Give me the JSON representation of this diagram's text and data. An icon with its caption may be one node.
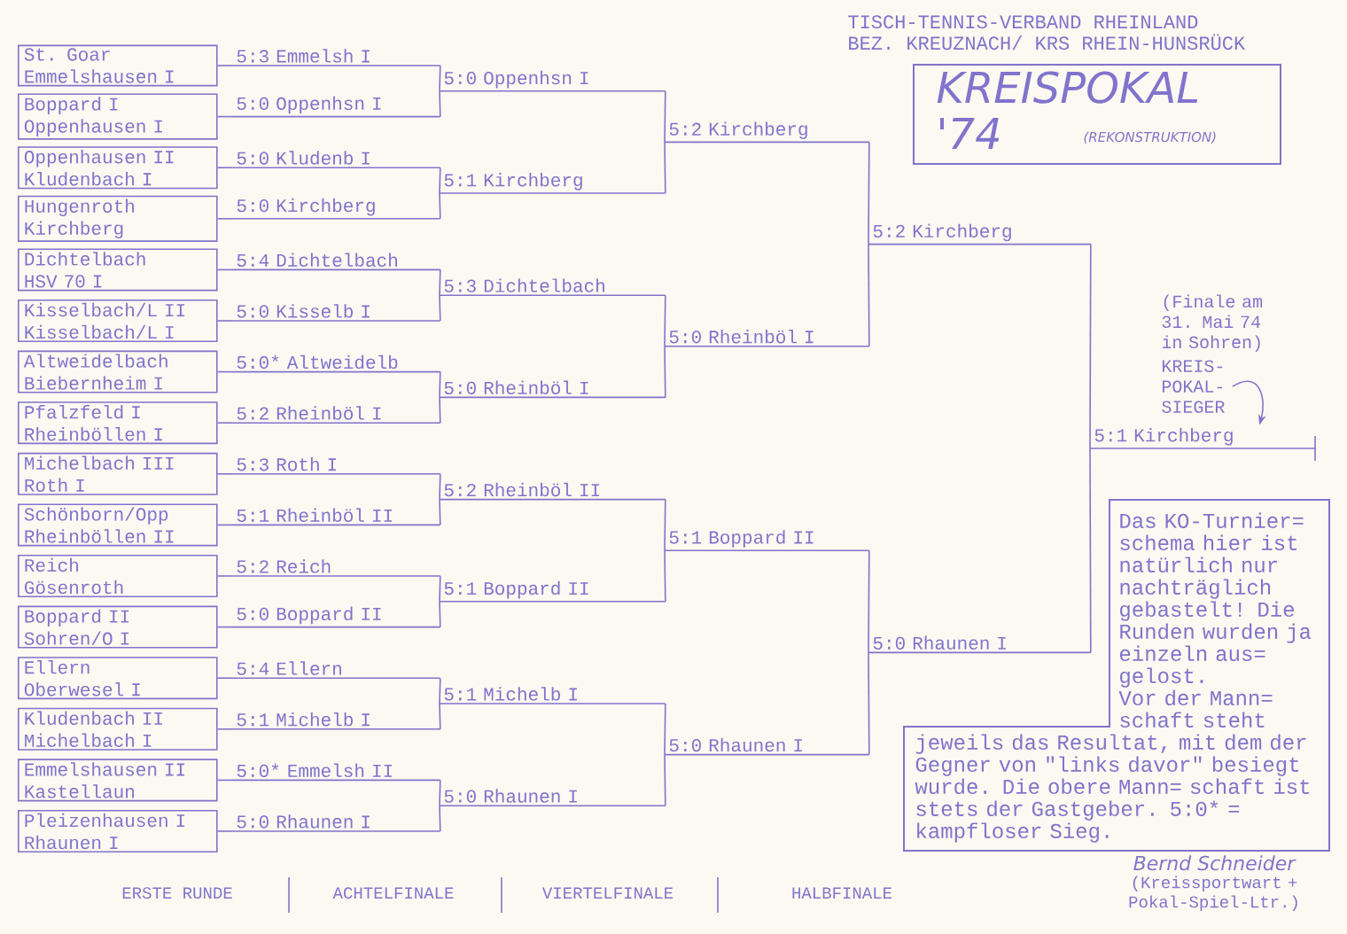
{
  "diagram": {
    "nodes": [
      {
        "text": [
          "St. Goar",
          "Emmelshausen I"
        ]
      },
      {
        "text": [
          "Boppard I",
          "Oppenhausen I"
        ]
      },
      {
        "text": [
          "Oppenhausen II",
          "Kludenbach I"
        ]
      },
      {
        "text": [
          "Hungenroth",
          "Kirchberg"
        ]
      },
      {
        "text": [
          "Dichtelbach",
          "HSV 70 I"
        ]
      },
      {
        "text": [
          "Kisselbach/L II",
          "Kisselbach/L I"
        ]
      },
      {
        "text": [
          "Altweidelbach",
          "Biebernheim I"
        ]
      },
      {
        "text": [
          "Pfalzfeld I",
          "Rheinböllen I"
        ]
      },
      {
        "text": [
          "Michelbach III",
          "Roth I"
        ]
      },
      {
        "text": [
          "Schönborn/Opp",
          "Rheinböllen II"
        ]
      },
      {
        "text": [
          "Reich",
          "Gösenroth"
        ]
      },
      {
        "text": [
          "Boppard II",
          "Sohren/O I"
        ]
      },
      {
        "text": [
          "Ellern",
          "Oberwesel I"
        ]
      },
      {
        "text": [
          "Kludenbach II",
          "Michelbach I"
        ]
      },
      {
        "text": [
          "Emmelshausen II",
          "Kastellaun"
        ]
      },
      {
        "text": [
          "Pleizenhausen I",
          "Rhaunen I"
        ]
      },
      {
        "text": [
          "5:3  Emmelsh I"
        ]
      },
      {
        "text": [
          "5:0  Oppenhsn I"
        ]
      },
      {
        "text": [
          "5:0  Kludenb I"
        ]
      },
      {
        "text": [
          "5:0  Kirchberg"
        ]
      },
      {
        "text": [
          "5:4  Dichtelbach"
        ]
      },
      {
        "text": [
          "5:0  Kisselb I"
        ]
      },
      {
        "text": [
          "5:0* Altweidelb"
        ]
      },
      {
        "text": [
          "5:2  Rheinböl I"
        ]
      },
      {
        "text": [
          "5:3  Roth I"
        ]
      },
      {
        "text": [
          "5:1  Rheinböl II"
        ]
      },
      {
        "text": [
          "5:2  Reich"
        ]
      },
      {
        "text": [
          "5:0  Boppard II"
        ]
      },
      {
        "text": [
          "5:4  Ellern"
        ]
      },
      {
        "text": [
          "5:1  Michelb I"
        ]
      },
      {
        "text": [
          "5:0* Emmelsh II"
        ]
      },
      {
        "text": [
          "5:0  Rhaunen I"
        ]
      },
      {
        "text": [
          "5:0  Oppenhsn I"
        ]
      },
      {
        "text": [
          "5:1  Kirchberg"
        ]
      },
      {
        "text": [
          "5:3  Dichtelbach"
        ]
      },
      {
        "text": [
          "5:0  Rheinböl I"
        ]
      },
      {
        "text": [
          "5:2  Rheinböl II"
        ]
      },
      {
        "text": [
          "5:1  Boppard II"
        ]
      },
      {
        "text": [
          "5:1  Michelb I"
        ]
      },
      {
        "text": [
          "5:0  Rhaunen I"
        ]
      },
      {
        "text": [
          "5:2  Kirchberg"
        ]
      },
      {
        "text": [
          "5:0  Rheinböl I"
        ]
      },
      {
        "text": [
          "5:1  Boppard II"
        ]
      },
      {
        "text": [
          "5:0  Rhaunen I"
        ]
      },
      {
        "text": [
          "5:2  Kirchberg"
        ]
      },
      {
        "text": [
          "5:0  Rhaunen I"
        ]
      },
      {
        "text": [
          "5:1  Kirchberg"
        ]
      },
      {
        "text": [
          "KREISPOKAL '74",
          "(REKONSTRUKTION)"
        ]
      },
      {
        "text": [
          "KREIS- POKAL- SIEGER"
        ]
      },
      {
        "text": [
          "Das KO-Turnier= schema hier ist natürlich nur nachträglich gebastelt! Die Runden wurden ja einzeln aus= gelost.",
          "Vor der Mann= schaft steht jeweils das Resultat, mit dem der Gegner von \"links davor\" besiegt wurde. Die obere Mann= schaft ist stets der Gastgeber. 5:0* = kampfloser Sieg."
        ]
      }
    ],
    "edges": [
      {
        "from": 0,
        "to": 16,
        "arrow": "none"
      },
      {
        "from": 1,
        "to": 17,
        "arrow": "none"
      },
      {
        "from": 2,
        "to": 18,
        "arrow": "none"
      },
      {
        "from": 3,
        "to": 19,
        "arrow": "none"
      },
      {
        "from": 4,
        "to": 20,
        "arrow": "none"
      },
      {
        "from": 5,
        "to": 21,
        "arrow": "none"
      },
      {
        "from": 6,
        "to": 22,
        "arrow": "none"
      },
      {
        "from": 7,
        "to": 23,
        "arrow": "none"
      },
      {
        "from": 8,
        "to": 24,
        "arrow": "none"
      },
      {
        "from": 9,
        "to": 25,
        "arrow": "none"
      },
      {
        "from": 10,
        "to": 26,
        "arrow": "none"
      },
      {
        "from": 11,
        "to": 27,
        "arrow": "none"
      },
      {
        "from": 12,
        "to": 28,
        "arrow": "none"
      },
      {
        "from": 13,
        "to": 29,
        "arrow": "none"
      },
      {
        "from": 14,
        "to": 30,
        "arrow": "none"
      },
      {
        "from": 15,
        "to": 31,
        "arrow": "none"
      },
      {
        "from": 16,
        "to": 32,
        "arrow": "none"
      },
      {
        "from": 17,
        "to": 32,
        "arrow": "none"
      },
      {
        "from": 18,
        "to": 33,
        "arrow": "none"
      },
      {
        "from": 19,
        "to": 33,
        "arrow": "none"
      },
      {
        "from": 20,
        "to": 34,
        "arrow": "none"
      },
      {
        "from": 21,
        "to": 34,
        "arrow": "none"
      },
      {
        "from": 22,
        "to": 35,
        "arrow": "none"
      },
      {
        "from": 23,
        "to": 35,
        "arrow": "none"
      },
      {
        "from": 24,
        "to": 36,
        "arrow": "none"
      },
      {
        "from": 25,
        "to": 36,
        "arrow": "none"
      },
      {
        "from": 26,
        "to": 37,
        "arrow": "none"
      },
      {
        "from": 27,
        "to": 37,
        "arrow": "none"
      },
      {
        "from": 28,
        "to": 38,
        "arrow": "none"
      },
      {
        "from": 29,
        "to": 38,
        "arrow": "none"
      },
      {
        "from": 30,
        "to": 39,
        "arrow": "none"
      },
      {
        "from": 31,
        "to": 39,
        "arrow": "none"
      },
      {
        "from": 32,
        "to": 40,
        "arrow": "none"
      },
      {
        "from": 33,
        "to": 40,
        "arrow": "none"
      },
      {
        "from": 34,
        "to": 41,
        "arrow": "none"
      },
      {
        "from": 35,
        "to": 41,
        "arrow": "none"
      },
      {
        "from": 36,
        "to": 42,
        "arrow": "none"
      },
      {
        "from": 37,
        "to": 42,
        "arrow": "none"
      },
      {
        "from": 38,
        "to": 43,
        "arrow": "none"
      },
      {
        "from": 39,
        "to": 43,
        "arrow": "none"
      },
      {
        "from": 40,
        "to": 44,
        "arrow": "none"
      },
      {
        "from": 41,
        "to": 44,
        "arrow": "none"
      },
      {
        "from": 42,
        "to": 45,
        "arrow": "none"
      },
      {
        "from": 43,
        "to": 45,
        "arrow": "none"
      },
      {
        "from": 44,
        "to": 46,
        "arrow": "none"
      },
      {
        "from": 45,
        "to": 46,
        "arrow": "none"
      },
      {
        "from": 48,
        "to": 46,
        "arrow": "to"
      }
    ],
    "labels": [
      "TISCH-TENNIS-VERBAND RHEINLAND",
      "BEZ. KREUZNACH/ KRS RHEIN-HUNSRÜCK",
      "(Finale am 31. Mai 74 in Sohren)",
      "ERSTE RUNDE",
      "ACHTELFINALE",
      "VIERTELFINALE",
      "HALBFINALE",
      "Bernd Schneider",
      "(Kreissportwart + Pokal-Spiel-Ltr.)"
    ]
  }
}
